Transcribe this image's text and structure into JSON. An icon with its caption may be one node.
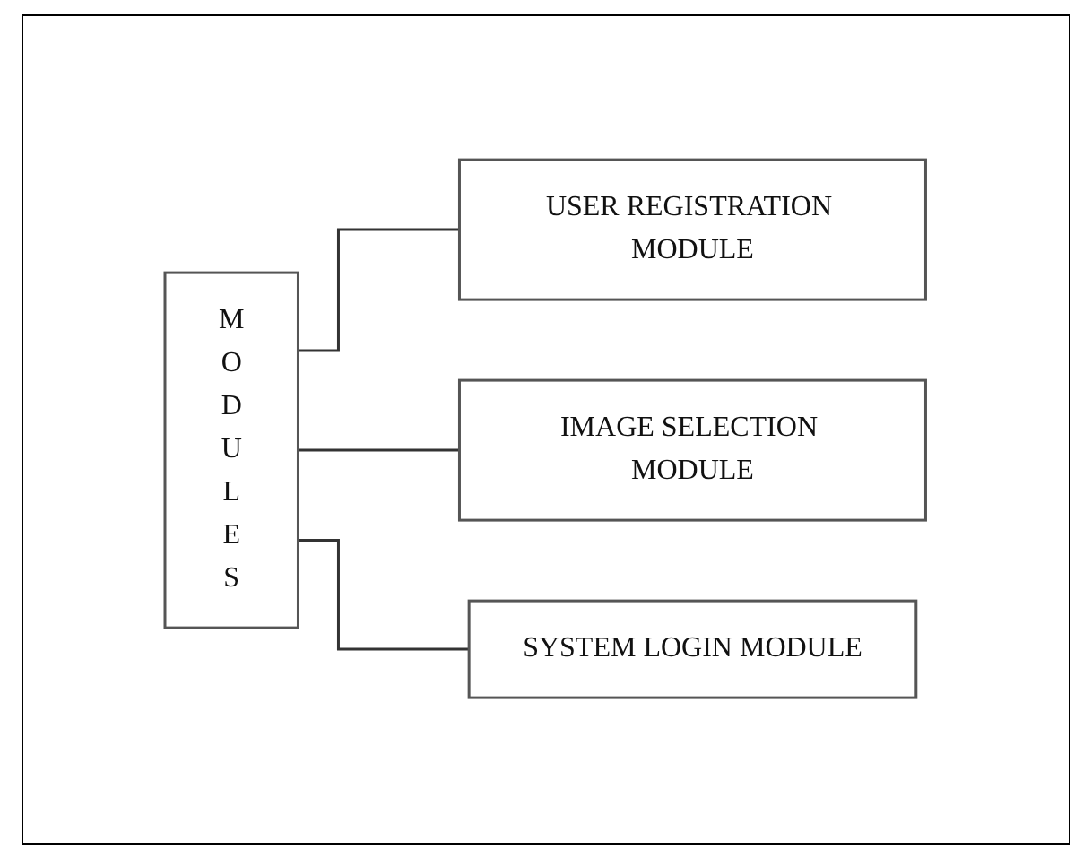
{
  "diagram": {
    "nodes": [
      {
        "text": [
          "MODULES"
        ]
      },
      {
        "text": [
          "USER REGISTRATION MODULE"
        ]
      },
      {
        "text": [
          "IMAGE SELECTION MODULE"
        ]
      },
      {
        "text": [
          "SYSTEM LOGIN MODULE"
        ]
      }
    ],
    "edges": [
      {
        "from": 0,
        "to": 1,
        "arrow": "none"
      },
      {
        "from": 0,
        "to": 2,
        "arrow": "none"
      },
      {
        "from": 0,
        "to": 3,
        "arrow": "none"
      }
    ]
  }
}
